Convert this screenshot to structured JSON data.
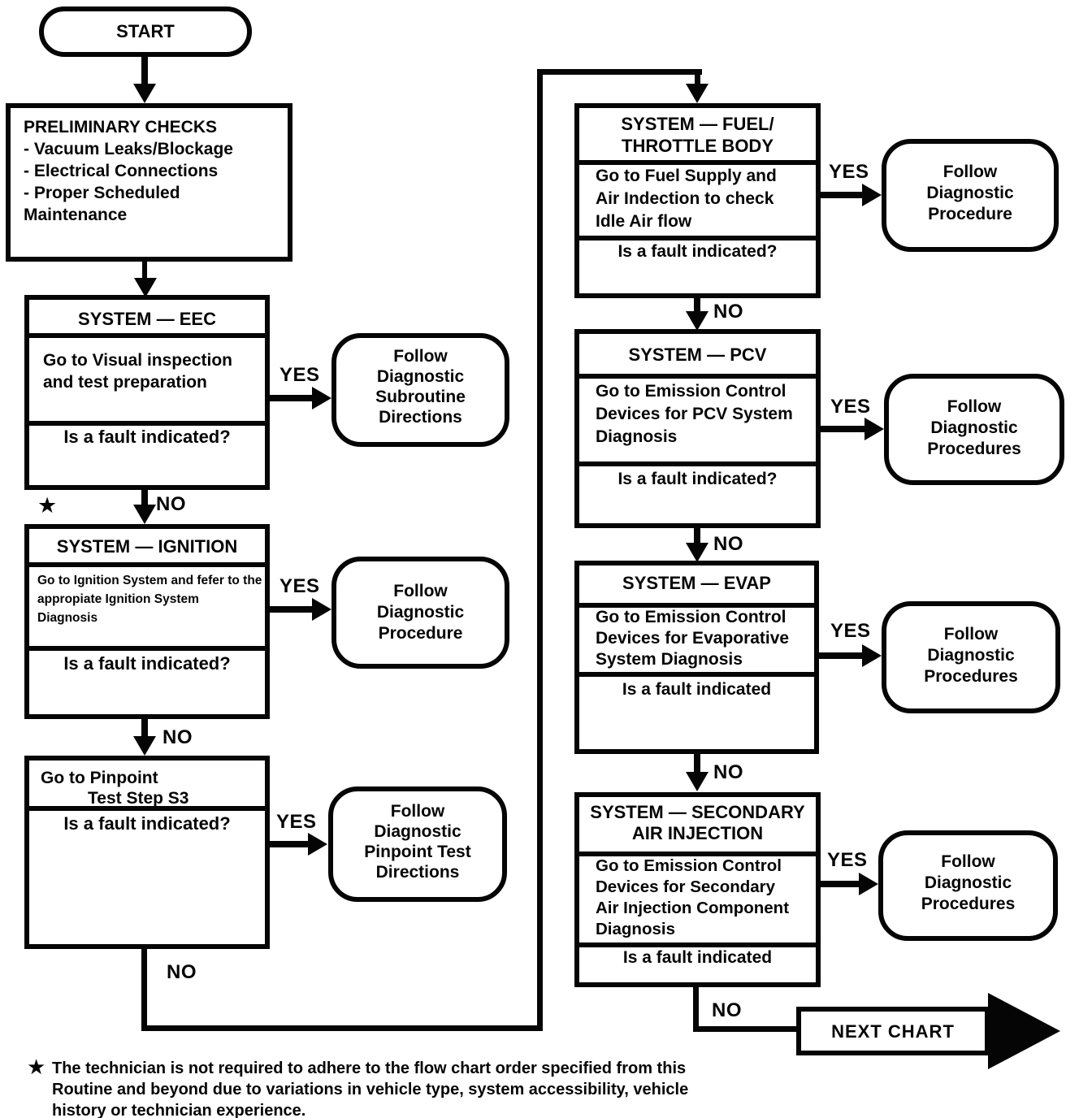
{
  "labels": {
    "yes": "YES",
    "no": "NO",
    "star": "★"
  },
  "start": {
    "label": "START"
  },
  "preliminary": {
    "lines": [
      "PRELIMINARY CHECKS",
      "- Vacuum Leaks/Blockage",
      "- Electrical Connections",
      "- Proper Scheduled Maintenance"
    ]
  },
  "eec": {
    "title": "SYSTEM — EEC",
    "body_lines": [
      "Go to Visual inspection",
      "and test preparation"
    ],
    "question": "Is a fault indicated?"
  },
  "eec_result": {
    "lines": [
      "Follow",
      "Diagnostic",
      "Subroutine",
      "Directions"
    ]
  },
  "ignition": {
    "title": "SYSTEM — IGNITION",
    "body_lines": [
      "Go to Ignition System and fefer to the",
      "appropiate Ignition System",
      "Diagnosis"
    ],
    "question": "Is a fault indicated?"
  },
  "ignition_result": {
    "lines": [
      "Follow",
      "Diagnostic",
      "Procedure"
    ]
  },
  "pinpoint": {
    "title_lines": [
      "Go to Pinpoint",
      "Test Step S3"
    ],
    "question": "Is a fault indicated?"
  },
  "pinpoint_result": {
    "lines": [
      "Follow",
      "Diagnostic",
      "Pinpoint Test",
      "Directions"
    ]
  },
  "fuel": {
    "title_lines": [
      "SYSTEM — FUEL/",
      "THROTTLE BODY"
    ],
    "body_lines": [
      "Go to Fuel Supply and",
      "Air Indection to check",
      "Idle Air flow"
    ],
    "question": "Is a fault indicated?"
  },
  "fuel_result": {
    "lines": [
      "Follow",
      "Diagnostic",
      "Procedure"
    ]
  },
  "pcv": {
    "title": "SYSTEM — PCV",
    "body_lines": [
      "Go to Emission Control",
      "Devices for PCV System",
      "Diagnosis"
    ],
    "question": "Is a fault indicated?"
  },
  "pcv_result": {
    "lines": [
      "Follow",
      "Diagnostic",
      "Procedures"
    ]
  },
  "evap": {
    "title": "SYSTEM — EVAP",
    "body_lines": [
      "Go to Emission Control",
      "Devices for Evaporative",
      "System Diagnosis"
    ],
    "question": "Is a fault indicated"
  },
  "evap_result": {
    "lines": [
      "Follow",
      "Diagnostic",
      "Procedures"
    ]
  },
  "secondary_air": {
    "title_lines": [
      "SYSTEM — SECONDARY",
      "AIR INJECTION"
    ],
    "body_lines": [
      "Go to Emission Control",
      "Devices for Secondary",
      "Air Injection Component",
      "Diagnosis"
    ],
    "question": "Is a fault indicated"
  },
  "secondary_air_result": {
    "lines": [
      "Follow",
      "Diagnostic",
      "Procedures"
    ]
  },
  "next_chart": {
    "label": "NEXT CHART"
  },
  "footnote": {
    "star": "★",
    "lines": [
      "The technician is not required to adhere to the flow chart order specified from this",
      "Routine and beyond due to variations in vehicle type, system accessibility, vehicle",
      "history or technician experience."
    ]
  },
  "colors": {
    "ink": "#050505",
    "paper": "#ffffff"
  }
}
